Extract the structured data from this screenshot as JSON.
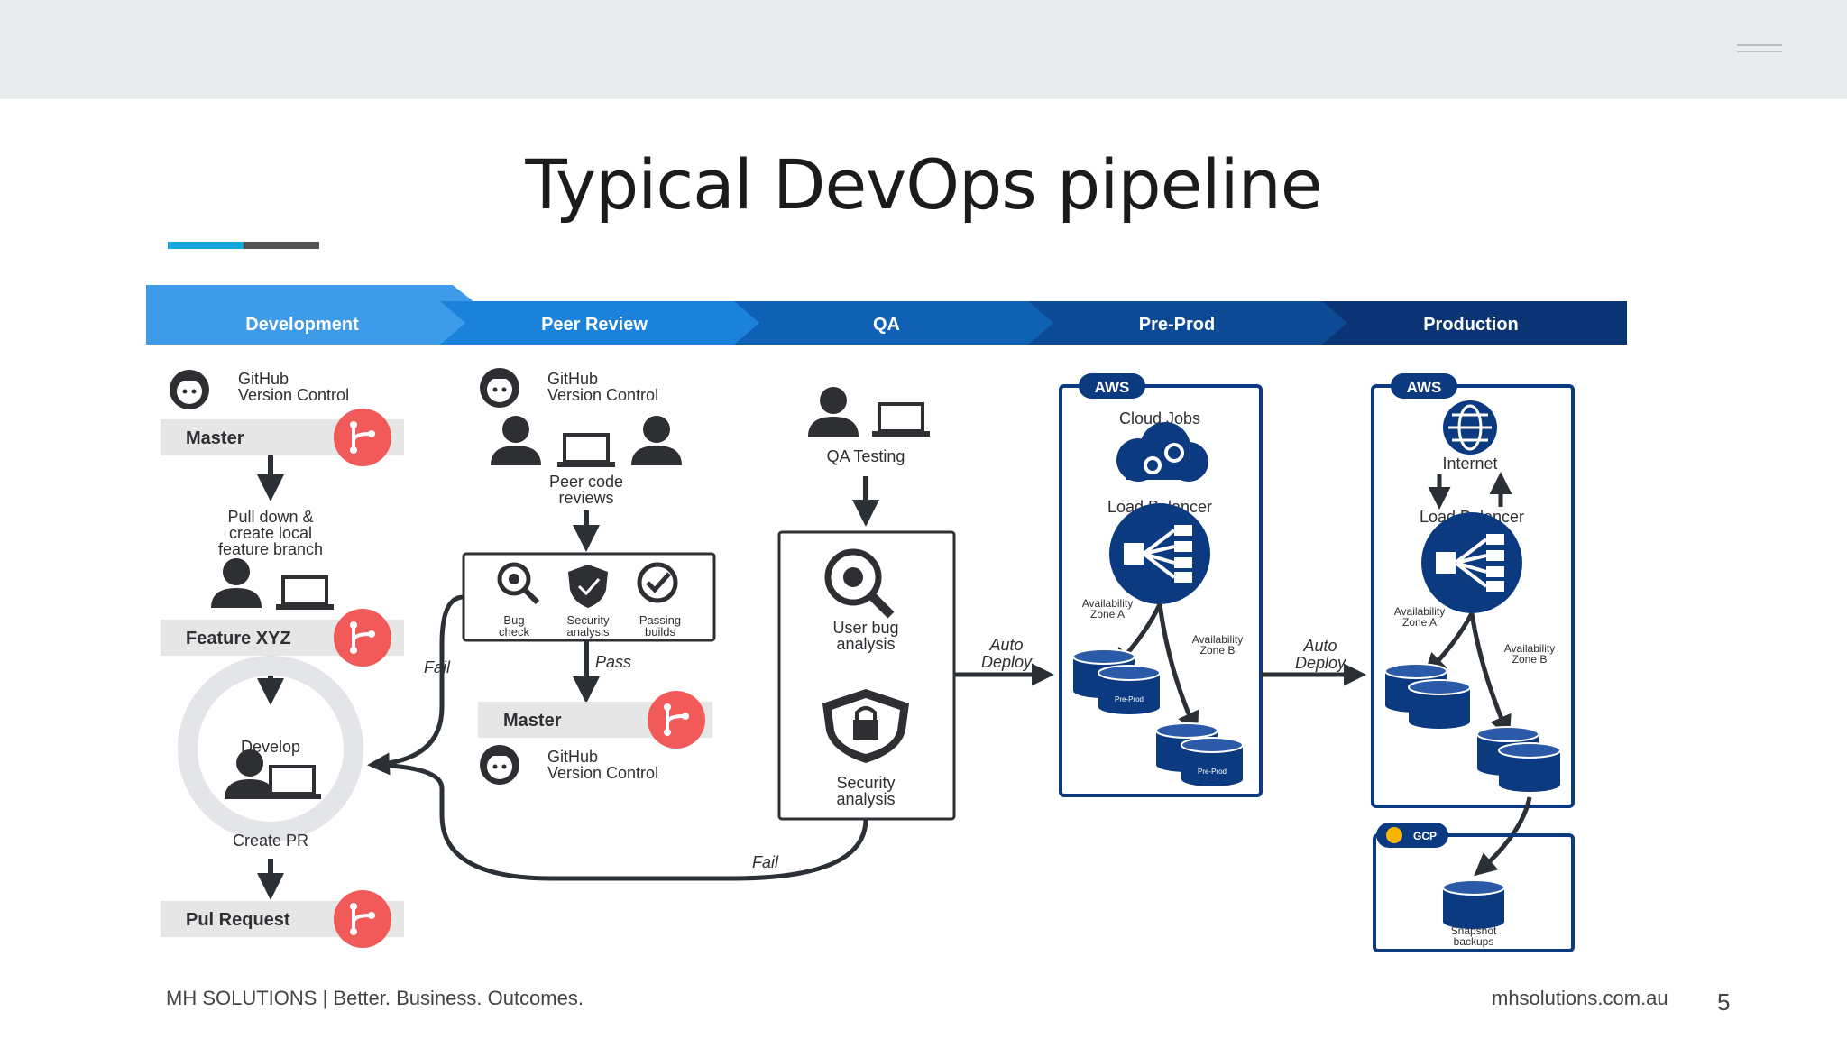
{
  "slide": {
    "title": "Typical DevOps pipeline",
    "footer_left": "MH SOLUTIONS | Better. Business. Outcomes.",
    "footer_right": "mhsolutions.com.au",
    "page_number": "5"
  },
  "colors": {
    "accent_blue": "#16a8dc",
    "accent_dark": "#555555",
    "stage_1": "#3d9be9",
    "stage_2": "#1b82db",
    "stage_3": "#0f61b6",
    "stage_4": "#0c4a95",
    "stage_5": "#0b3475",
    "branch_badge": "#f25a5a",
    "aws_navy": "#0c3a80"
  },
  "icons": [
    "menu-icon",
    "github-icon",
    "branch-icon",
    "user-icon",
    "laptop-icon",
    "bug-icon",
    "shield-icon",
    "check-icon",
    "lock-icon",
    "cloud-gear-icon",
    "load-balancer-icon",
    "internet-icon",
    "database-icon",
    "cycle-icon"
  ],
  "diagram": {
    "stages": [
      "Development",
      "Peer Review",
      "QA",
      "Pre-Prod",
      "Production"
    ],
    "development": {
      "github": [
        "GitHub",
        "Version Control"
      ],
      "master": "Master",
      "pull_down": [
        "Pull down &",
        "create local",
        "feature branch"
      ],
      "feature": "Feature XYZ",
      "develop": "Develop",
      "create_pr": "Create PR",
      "pull_request": "Pul Request"
    },
    "peer_review": {
      "github": [
        "GitHub",
        "Version Control"
      ],
      "peer_code": [
        "Peer code",
        "reviews"
      ],
      "checks": [
        {
          "label": [
            "Bug",
            "check"
          ]
        },
        {
          "label": [
            "Security",
            "analysis"
          ]
        },
        {
          "label": [
            "Passing",
            "builds"
          ]
        }
      ],
      "pass": "Pass",
      "fail": "Fail",
      "master": "Master",
      "github_bottom": [
        "GitHub",
        "Version Control"
      ]
    },
    "qa": {
      "qa_testing": "QA Testing",
      "user_bug": [
        "User bug",
        "analysis"
      ],
      "security": [
        "Security",
        "analysis"
      ],
      "fail": "Fail",
      "auto_deploy": [
        "Auto",
        "Deploy"
      ]
    },
    "preprod": {
      "badge": "AWS",
      "cloud_jobs": "Cloud Jobs",
      "load_balancer": "Load Balancer",
      "zone_a": [
        "Availability",
        "Zone A"
      ],
      "zone_b": [
        "Availability",
        "Zone B"
      ],
      "db_label": "Pre-Prod",
      "auto_deploy": [
        "Auto",
        "Deploy"
      ]
    },
    "production": {
      "badge": "AWS",
      "internet": "Internet",
      "load_balancer": "Load Balancer",
      "zone_a": [
        "Availability",
        "Zone A"
      ],
      "zone_b": [
        "Availability",
        "Zone B"
      ],
      "gcp_badge": "GCP",
      "snapshot": [
        "Snapshot",
        "backups"
      ]
    }
  }
}
